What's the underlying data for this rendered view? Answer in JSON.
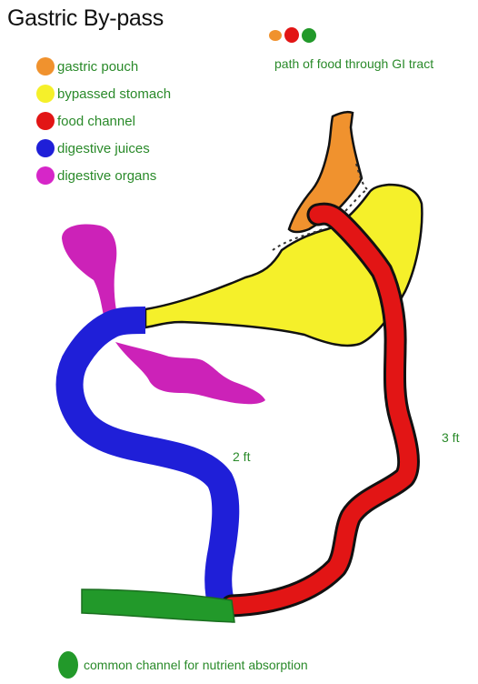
{
  "title": "Gastric By-pass",
  "legend": [
    {
      "label": "gastric pouch",
      "color": "#f0922e"
    },
    {
      "label": "bypassed stomach",
      "color": "#f5f02a"
    },
    {
      "label": "food channel",
      "color": "#e21515"
    },
    {
      "label": "digestive juices",
      "color": "#1f1fd8"
    },
    {
      "label": "digestive organs",
      "color": "#d626c8"
    }
  ],
  "path_legend": {
    "label": "path of food through GI tract",
    "dot_colors": [
      "#f0922e",
      "#e21515",
      "#22992a"
    ]
  },
  "measurements": {
    "biliopancreatic_limb": "2 ft",
    "roux_limb": "3 ft"
  },
  "bottom_legend": {
    "label": "common channel for nutrient absorption",
    "color": "#22992a"
  }
}
